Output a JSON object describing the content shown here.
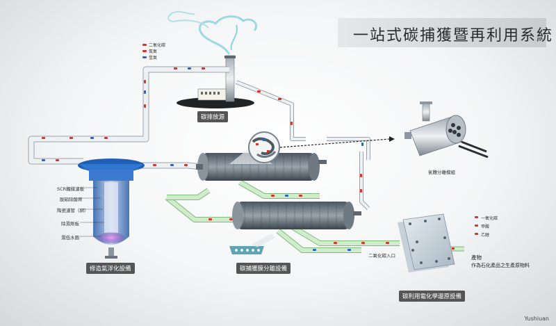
{
  "title": "一站式碳捕獲暨再利用系統",
  "top_legend": [
    {
      "label": "二氧化碳",
      "color": "#d9332b"
    },
    {
      "label": "氮氣",
      "color": "#d9332b"
    },
    {
      "label": "氫氣",
      "color": "#2b63c8"
    }
  ],
  "emission_source_label": "碳排放源",
  "gas_separation_label": "氣體分離模組",
  "flotation": {
    "title": "修造氣浮化設備",
    "parts": [
      "SCR觸媒濾板",
      "脫硝除酸劑",
      "陶瓷濾管（綁）",
      "除濕劑板",
      "濕低水圓"
    ]
  },
  "membrane_label": "碳捕獲膜分離設備",
  "co2_inlet_label": "二氧化碳入口",
  "electro_label": "碳利用電化學還原設備",
  "product_legend": [
    {
      "label": "一氧化碳",
      "color": "#d9332b"
    },
    {
      "label": "甲酸",
      "color": "#d9332b"
    },
    {
      "label": "乙醇",
      "color": "#d9332b"
    }
  ],
  "product_title": "產物",
  "product_desc": "作為石化產品之生產原物料",
  "credit": "Yushiuan",
  "colors": {
    "pipe": "#e9ecef",
    "pipe_edge": "#9aa3ab",
    "green_pipe": "#c9e8c4",
    "red_dot": "#d9332b",
    "blue_dot": "#2b63c8"
  }
}
